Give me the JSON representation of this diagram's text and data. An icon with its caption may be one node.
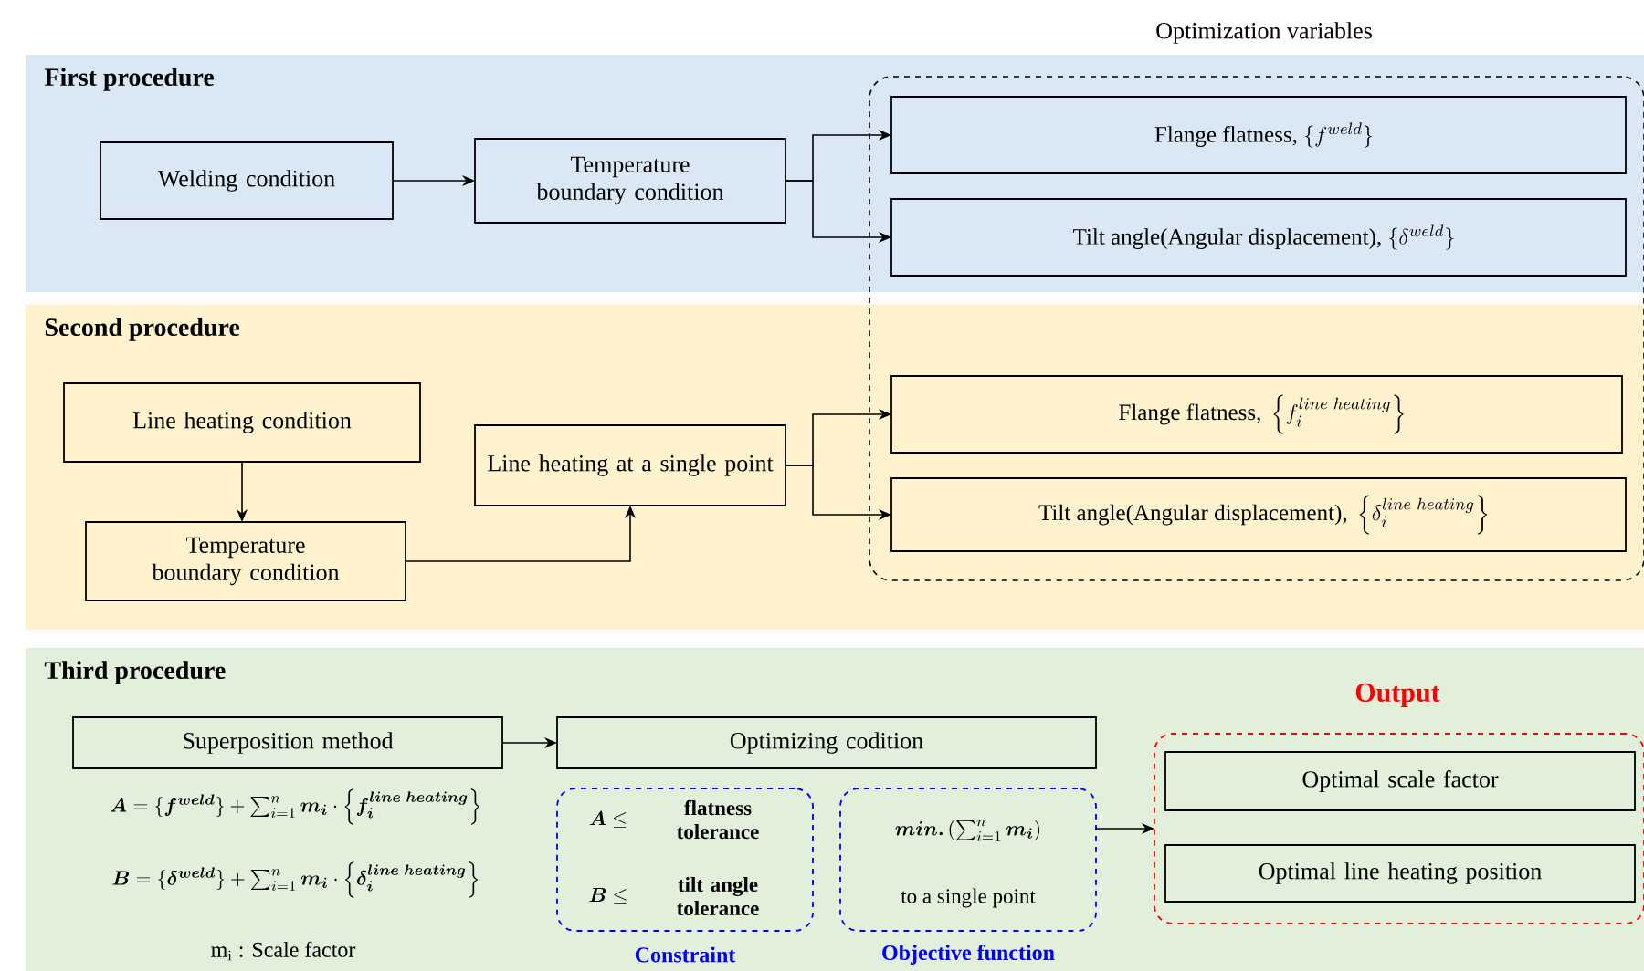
{
  "diagram": {
    "nodes": [
      {
        "text": [
          "First procedure"
        ]
      },
      {
        "text": [
          "Welding condition"
        ],
        "in": 0
      },
      {
        "text": [
          "Temperature boundary condition"
        ],
        "in": 0
      },
      {
        "text": [
          "Second procedure"
        ]
      },
      {
        "text": [
          "Line heating condition"
        ],
        "in": 3
      },
      {
        "text": [
          "Temperature boundary condition"
        ],
        "in": 3
      },
      {
        "text": [
          "Line heating at a single point"
        ],
        "in": 3
      },
      {
        "text": [
          "Optimization variables"
        ]
      },
      {
        "text": [
          "\\text{Flange flatness, }\\{f^{weld}\\}"
        ]
      },
      {
        "text": [
          "\\text{Tilt angle(Angular displacement), }\\{\\delta^{weld}\\}"
        ]
      },
      {
        "text": [
          "\\text{Flange flatness, }\\left\\{f_i^{line\\ heating}\\right\\}"
        ]
      },
      {
        "text": [
          "\\text{Tilt angle(Angular displacement), }\\left\\{\\delta_i^{line\\ heating}\\right\\}"
        ]
      },
      {
        "text": [
          "Third procedure"
        ]
      },
      {
        "text": [
          "Superposition method"
        ],
        "in": 12
      },
      {
        "text": [
          "Optimizing codition"
        ],
        "in": 12
      },
      {
        "text": [
          "\\boldsymbol{A}\\leq",
          "flatness tolerance",
          "\\boldsymbol{B}\\leq",
          "tilt angle tolerance",
          "Constraint"
        ],
        "in": 12
      },
      {
        "text": [
          "\\boldsymbol{min.}\\left(\\sum_{i=1}^{n}\\boldsymbol{m_i}\\right)",
          "to a single point",
          "Objective function"
        ],
        "in": 12
      },
      {
        "text": [
          "Output"
        ],
        "in": 12
      },
      {
        "text": [
          "Optimal scale factor"
        ],
        "in": 17
      },
      {
        "text": [
          "Optimal line heating position"
        ],
        "in": 17
      }
    ],
    "edges": [
      {
        "from": 1,
        "to": 2,
        "arrow": "to"
      },
      {
        "from": 2,
        "to": 8,
        "arrow": "to"
      },
      {
        "from": 2,
        "to": 9,
        "arrow": "to"
      },
      {
        "from": 4,
        "to": 5,
        "arrow": "to"
      },
      {
        "from": 5,
        "to": 6,
        "arrow": "to"
      },
      {
        "from": 6,
        "to": 10,
        "arrow": "to"
      },
      {
        "from": 6,
        "to": 11,
        "arrow": "to"
      },
      {
        "from": 13,
        "to": 14,
        "arrow": "to"
      },
      {
        "from": 16,
        "to": 17,
        "arrow": "to"
      }
    ],
    "labels": [
      "\\boldsymbol{A}=\\{\\boldsymbol{f^{weld}}\\}+\\sum_{i=1}^{n}\\boldsymbol{m_i}\\cdot\\left\\{\\boldsymbol{f_i^{line\\ heating}}\\right\\}",
      "\\boldsymbol{B}=\\{\\boldsymbol{\\delta^{weld}}\\}+\\sum_{i=1}^{n}\\boldsymbol{m_i}\\cdot\\left\\{\\boldsymbol{\\delta_i^{line\\ heating}}\\right\\}",
      "m$_{i}$ : Scale factor"
    ]
  }
}
